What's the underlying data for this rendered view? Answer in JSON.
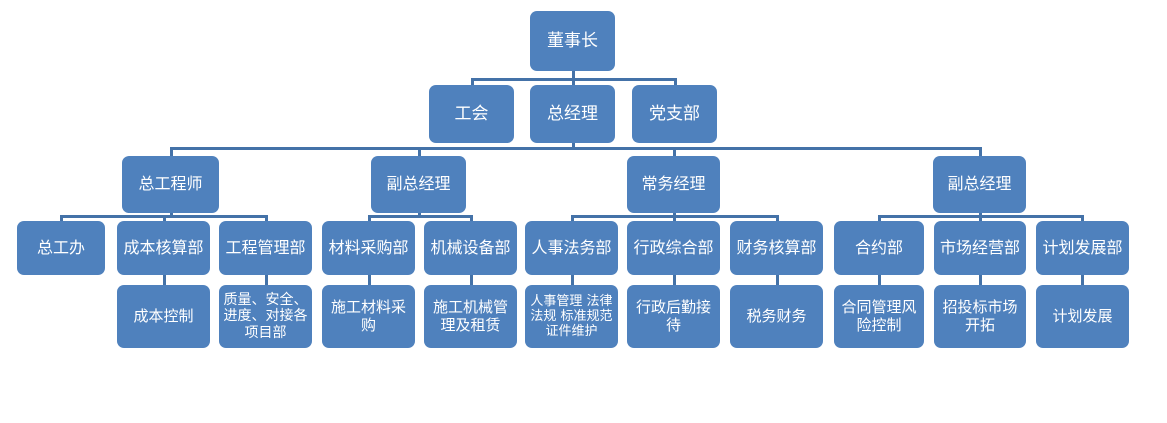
{
  "chart_title": "",
  "theme": {
    "node_fill": "#4f81bd",
    "node_text": "#ffffff",
    "connector": "#4472a8",
    "background": "#ffffff"
  },
  "nodes": {
    "chairman": {
      "label": "董事长"
    },
    "union": {
      "label": "工会"
    },
    "general_manager": {
      "label": "总经理"
    },
    "party_branch": {
      "label": "党支部"
    },
    "chief_engineer": {
      "label": "总工程师"
    },
    "deputy_gm_left": {
      "label": "副总经理"
    },
    "executive_manager": {
      "label": "常务经理"
    },
    "deputy_gm_right": {
      "label": "副总经理"
    },
    "dept_chief_eng_office": {
      "label": "总工办"
    },
    "dept_cost_accounting": {
      "label": "成本核算部"
    },
    "dept_engineering_mgmt": {
      "label": "工程管理部"
    },
    "dept_material_purchase": {
      "label": "材料采购部"
    },
    "dept_machinery_equipment": {
      "label": "机械设备部"
    },
    "dept_hr_legal": {
      "label": "人事法务部"
    },
    "dept_admin_general": {
      "label": "行政综合部"
    },
    "dept_finance_accounting": {
      "label": "财务核算部"
    },
    "dept_contract": {
      "label": "合约部"
    },
    "dept_market_operation": {
      "label": "市场经营部"
    },
    "dept_plan_development": {
      "label": "计划发展部"
    },
    "fn_cost_control": {
      "label": "成本控制"
    },
    "fn_quality_safety": {
      "label": "质量、安全、进度、对接各项目部"
    },
    "fn_construction_material": {
      "label": "施工材料采购"
    },
    "fn_construction_machinery": {
      "label": "施工机械管理及租赁"
    },
    "fn_hr_legal_detail": {
      "label": "人事管理 法律法规 标准规范证件维护"
    },
    "fn_admin_logistics": {
      "label": "行政后勤接待"
    },
    "fn_tax_finance": {
      "label": "税务财务"
    },
    "fn_contract_risk": {
      "label": "合同管理风险控制"
    },
    "fn_bidding_market": {
      "label": "招投标市场开拓"
    },
    "fn_plan_development": {
      "label": "计划发展"
    }
  }
}
